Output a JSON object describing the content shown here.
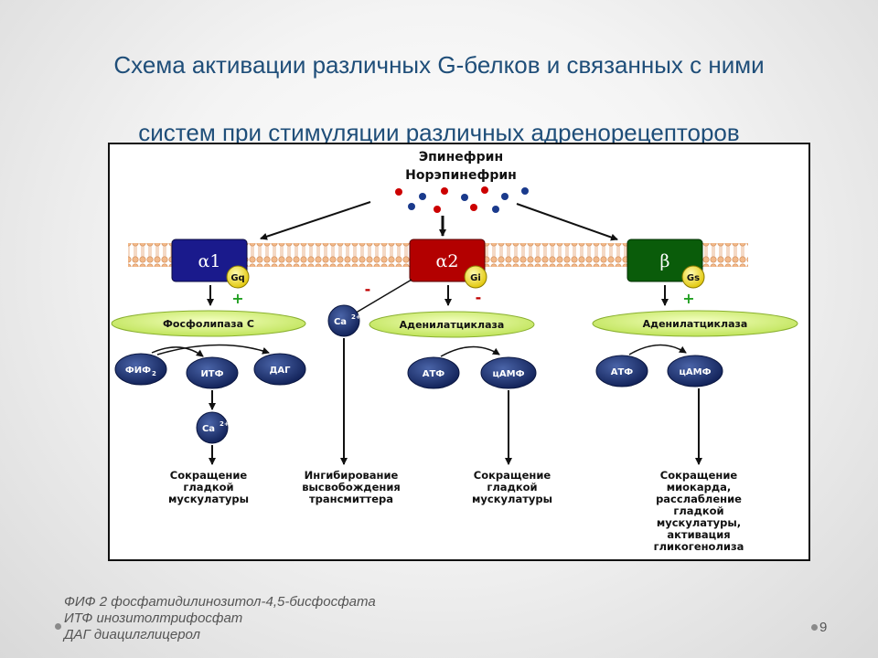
{
  "slide": {
    "title_line1": "Схема активации различных G-белков и связанных с ними",
    "title_line2": "систем при стимуляции различных адренорецепторов",
    "page_number": "9"
  },
  "diagram": {
    "ligand_1": "Эпинефрин",
    "ligand_2": "Норэпинефрин",
    "receptors": [
      {
        "label": "α1",
        "g_protein": "Gq",
        "sign": "+",
        "effector": "Фосфолипаза С",
        "color": "#1a1a8c"
      },
      {
        "label": "α2",
        "g_protein": "Gi",
        "sign": "-",
        "effector": "Аденилатциклаза",
        "color": "#b30000"
      },
      {
        "label": "β",
        "g_protein": "Gs",
        "sign": "+",
        "effector": "Аденилатциклаза",
        "color": "#0a5c0a"
      }
    ],
    "alpha2_ca_sign": "-",
    "molecules": {
      "fif2_main": "ФИФ",
      "fif2_sub": "2",
      "itf": "ИТФ",
      "dag": "ДАГ",
      "ca_main": "Ca",
      "ca_sup": "2+",
      "atf": "АТФ",
      "camf": "цАМФ"
    },
    "outcomes": {
      "alpha1": [
        "Сокращение",
        "гладкой",
        "мускулатуры"
      ],
      "alpha2_ca": [
        "Ингибирование",
        "высвобождения",
        "трансмиттера"
      ],
      "alpha2": [
        "Сокращение",
        "гладкой",
        "мускулатуры"
      ],
      "beta": [
        "Сокращение",
        "миокарда,",
        "расслабление",
        "гладкой",
        "мускулатуры,",
        "активация",
        "гликогенолиза"
      ]
    }
  },
  "footer": {
    "line1": "ФИФ 2 фосфатидилинозитол-4,5-бисфосфата",
    "line2": "ИТФ инозитолтрифосфат",
    "line3": "ДАГ диацилглицерол"
  }
}
